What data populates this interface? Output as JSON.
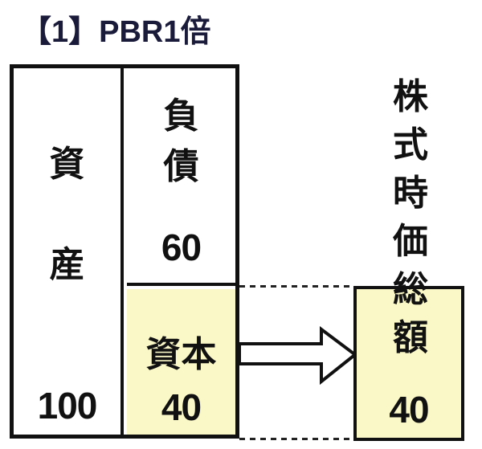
{
  "title": "【1】PBR1倍",
  "colors": {
    "highlight_fill": "#fbf8c8",
    "border": "#111111",
    "title_text": "#1a1a3a",
    "text": "#111111"
  },
  "balance_sheet": {
    "assets": {
      "label_chars": [
        "資",
        "産"
      ],
      "value": "100"
    },
    "liabilities": {
      "label_chars": [
        "負",
        "債"
      ],
      "value": "60"
    },
    "equity": {
      "label": "資本",
      "value": "40"
    }
  },
  "market_cap": {
    "label_chars": [
      "株",
      "式",
      "時",
      "価",
      "総",
      "額"
    ],
    "value": "40"
  },
  "icons": {
    "flow_arrow": "right-block-arrow"
  }
}
